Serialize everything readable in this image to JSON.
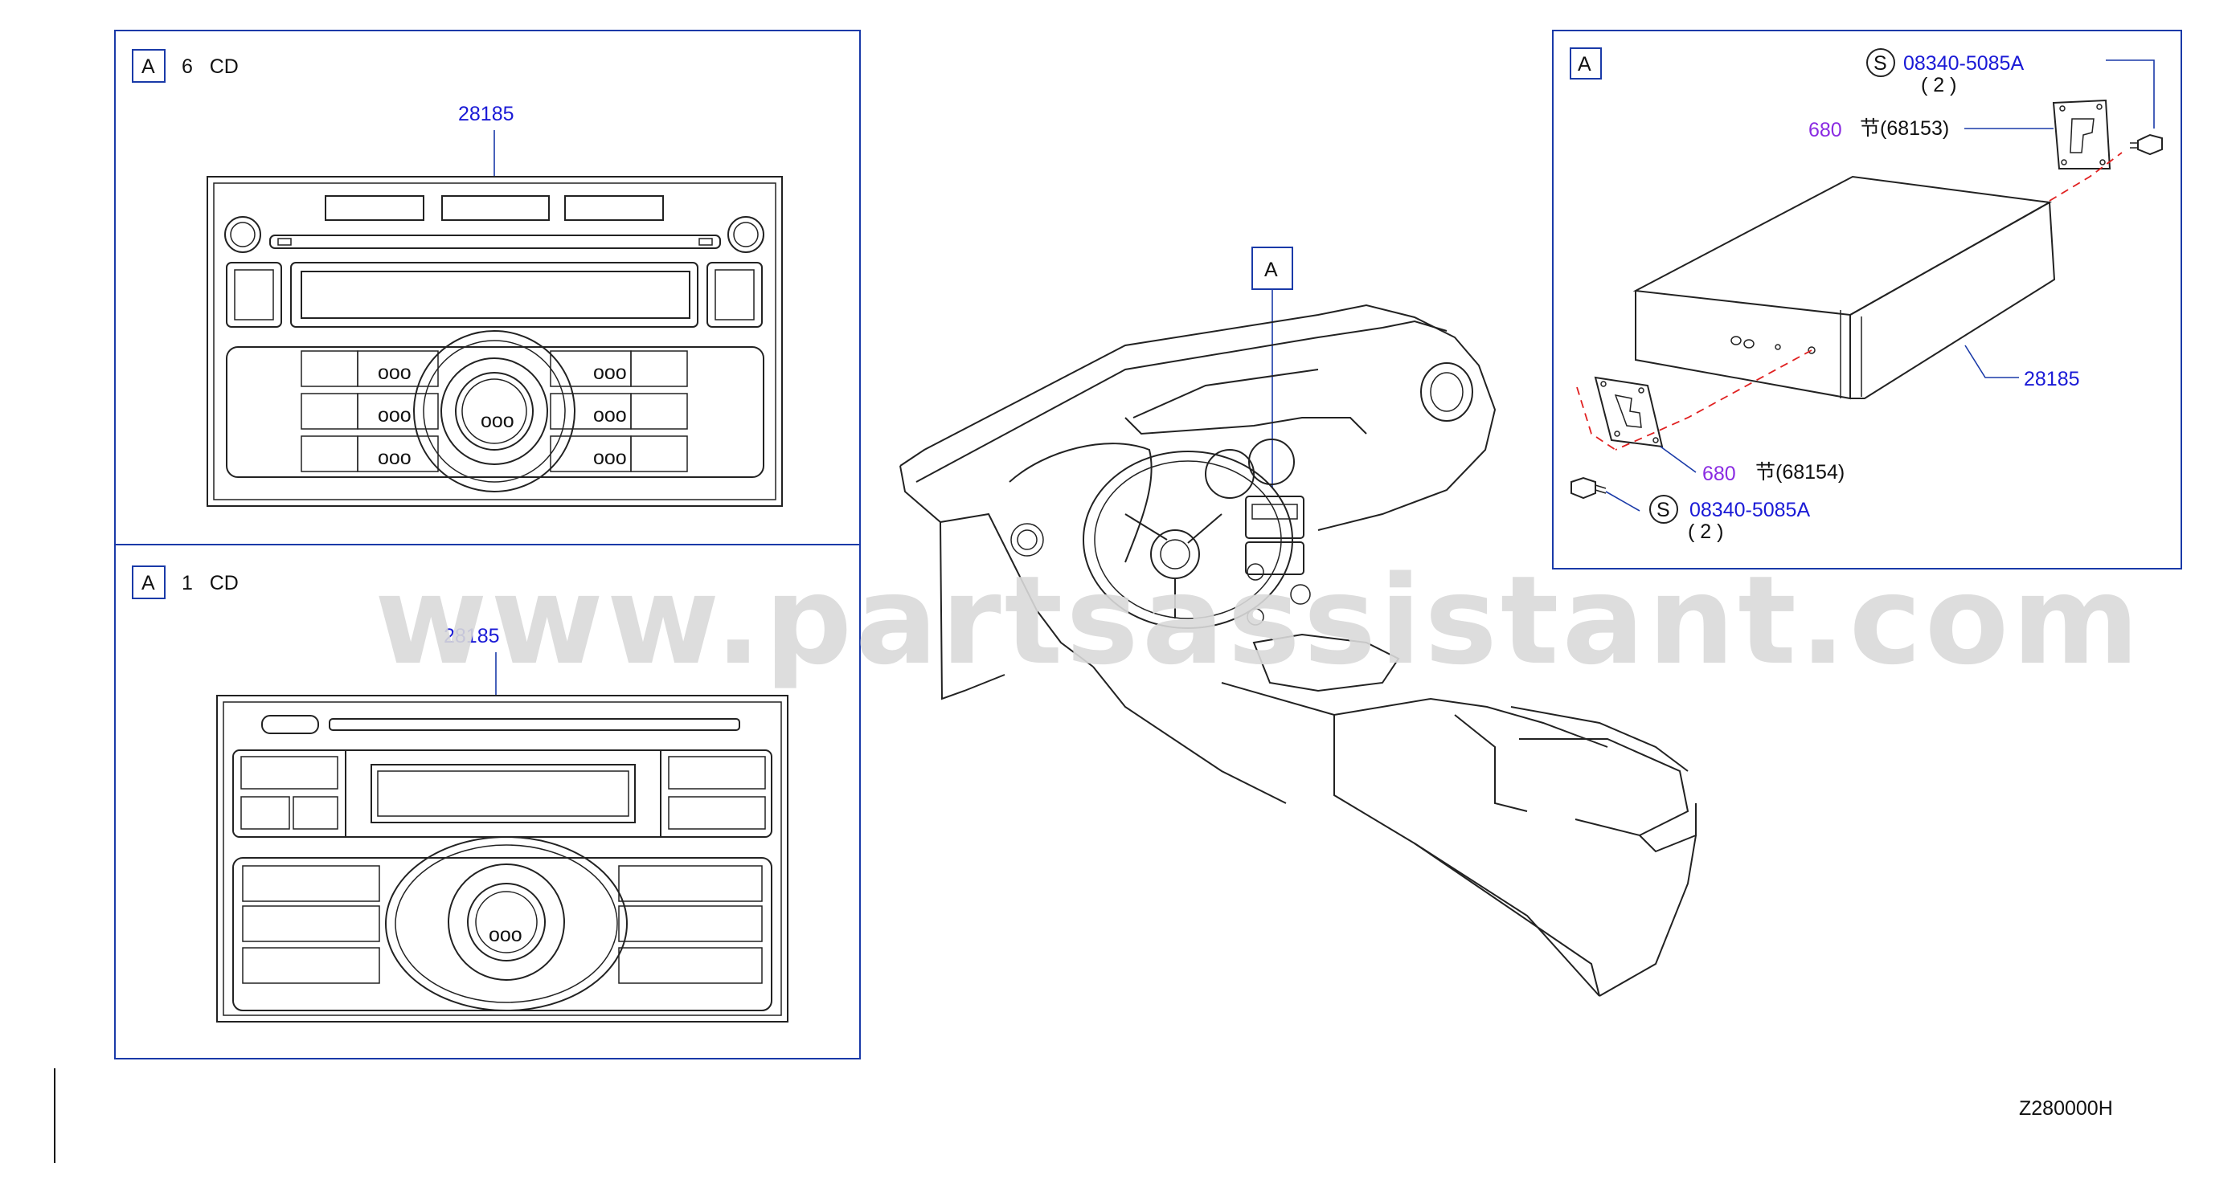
{
  "watermark": "www.partsassistant.com",
  "diagram_code": "Z280000H",
  "panel_6cd": {
    "tag": "A",
    "caption": "6   CD",
    "part_number": "28185"
  },
  "panel_1cd": {
    "tag": "A",
    "caption": "1   CD",
    "part_number": "28185"
  },
  "dashboard_view": {
    "tag": "A"
  },
  "panel_install": {
    "tag": "A",
    "unit_part_number": "28185",
    "bracket_right": {
      "ref": "680",
      "label": "节(68153)"
    },
    "bracket_left": {
      "ref": "680",
      "label": "节(68154)"
    },
    "screw_right": {
      "badge": "S",
      "part": "08340-5085A",
      "qty": "( 2 )"
    },
    "screw_left": {
      "badge": "S",
      "part": "08340-5085A",
      "qty": "( 2 )"
    }
  },
  "colors": {
    "panel_border": "#1a3aa8",
    "callout": "#1a1ad6",
    "ref_purple": "#8a2be2",
    "leader_red": "#e02020"
  },
  "icons": [
    "screw-icon",
    "bracket-icon",
    "radio-unit-icon",
    "dashboard-icon"
  ]
}
